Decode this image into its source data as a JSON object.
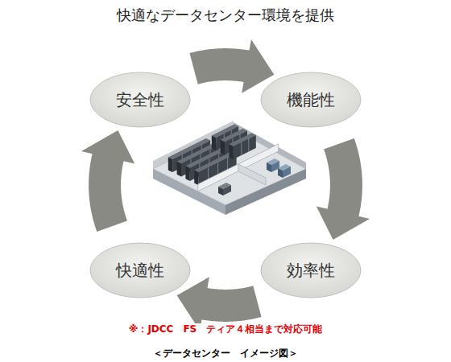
{
  "diagram": {
    "title": "快適なデータセンター環境を提供",
    "caption": "＜データセンター　イメージ図＞",
    "nodes": [
      {
        "text": [
          "安全性"
        ]
      },
      {
        "text": [
          "機能性"
        ]
      },
      {
        "text": [
          "快適性"
        ]
      },
      {
        "text": [
          "効率性"
        ]
      }
    ],
    "edges": [
      {
        "from": 0,
        "to": 1,
        "arrow": "to"
      },
      {
        "from": 1,
        "to": 3,
        "arrow": "to"
      },
      {
        "from": 3,
        "to": 2,
        "arrow": "to"
      },
      {
        "from": 2,
        "to": 0,
        "arrow": "to"
      }
    ],
    "labels": [
      "※：JDCC　FS　ティア４相当まで対応可能"
    ]
  }
}
